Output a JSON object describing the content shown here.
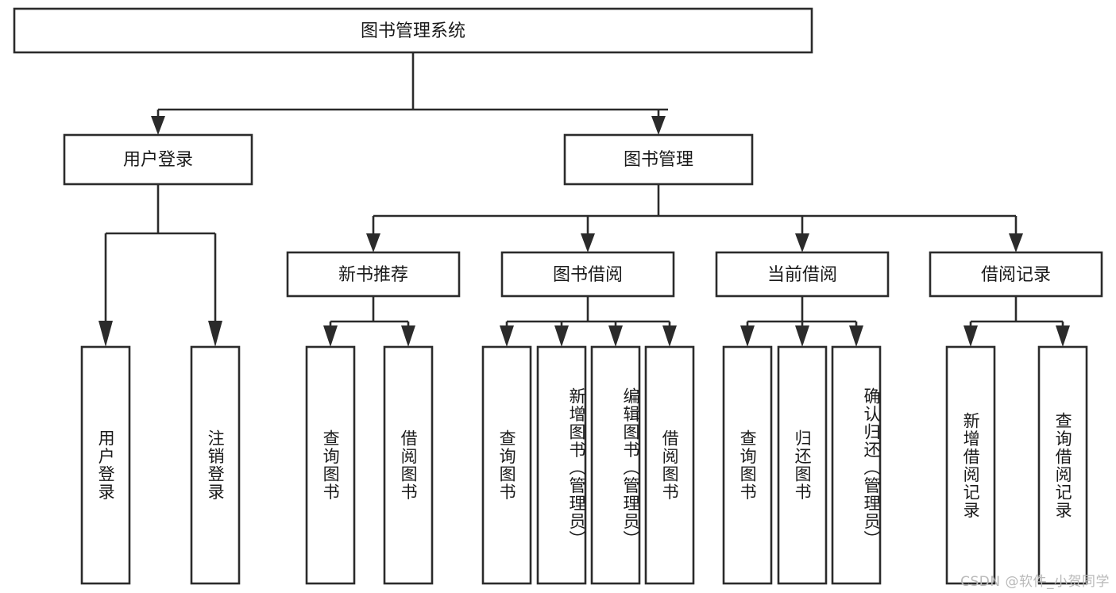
{
  "diagram": {
    "type": "tree-hierarchy",
    "title": "图书管理系统",
    "watermark": "CSDN @软件_小贺同学",
    "colors": {
      "stroke": "#2b2b2b",
      "fill": "#ffffff",
      "text": "#1a1a1a",
      "watermark": "#b9b9b9",
      "background": "#ffffff"
    },
    "root": {
      "id": "root",
      "label": "图书管理系统",
      "orientation": "horizontal"
    },
    "level2": [
      {
        "id": "user-login",
        "label": "用户登录",
        "orientation": "horizontal"
      },
      {
        "id": "book-management",
        "label": "图书管理",
        "orientation": "horizontal"
      }
    ],
    "level3": [
      {
        "id": "new-book-recommend",
        "label": "新书推荐",
        "orientation": "horizontal"
      },
      {
        "id": "book-borrow",
        "label": "图书借阅",
        "orientation": "horizontal"
      },
      {
        "id": "current-borrow",
        "label": "当前借阅",
        "orientation": "horizontal"
      },
      {
        "id": "borrow-record",
        "label": "借阅记录",
        "orientation": "horizontal"
      }
    ],
    "leaves": [
      {
        "id": "leaf-user-login",
        "parent": "user-login",
        "label": "用户登录",
        "orientation": "vertical"
      },
      {
        "id": "leaf-logout-login",
        "parent": "user-login",
        "label": "注销登录",
        "orientation": "vertical"
      },
      {
        "id": "leaf-query-book-1",
        "parent": "new-book-recommend",
        "label": "查询图书",
        "orientation": "vertical"
      },
      {
        "id": "leaf-borrow-book-1",
        "parent": "new-book-recommend",
        "label": "借阅图书",
        "orientation": "vertical"
      },
      {
        "id": "leaf-query-book-2",
        "parent": "book-borrow",
        "label": "查询图书",
        "orientation": "vertical"
      },
      {
        "id": "leaf-add-book",
        "parent": "book-borrow",
        "label": "新增图书（管理员）",
        "orientation": "vertical"
      },
      {
        "id": "leaf-edit-book",
        "parent": "book-borrow",
        "label": "编辑图书（管理员）",
        "orientation": "vertical"
      },
      {
        "id": "leaf-borrow-book-2",
        "parent": "book-borrow",
        "label": "借阅图书",
        "orientation": "vertical"
      },
      {
        "id": "leaf-query-book-3",
        "parent": "current-borrow",
        "label": "查询图书",
        "orientation": "vertical"
      },
      {
        "id": "leaf-return-book",
        "parent": "current-borrow",
        "label": "归还图书",
        "orientation": "vertical"
      },
      {
        "id": "leaf-confirm-return",
        "parent": "current-borrow",
        "label": "确认归还（管理员）",
        "orientation": "vertical"
      },
      {
        "id": "leaf-add-record",
        "parent": "borrow-record",
        "label": "新增借阅记录",
        "orientation": "vertical"
      },
      {
        "id": "leaf-query-record",
        "parent": "borrow-record",
        "label": "查询借阅记录",
        "orientation": "vertical"
      }
    ]
  }
}
